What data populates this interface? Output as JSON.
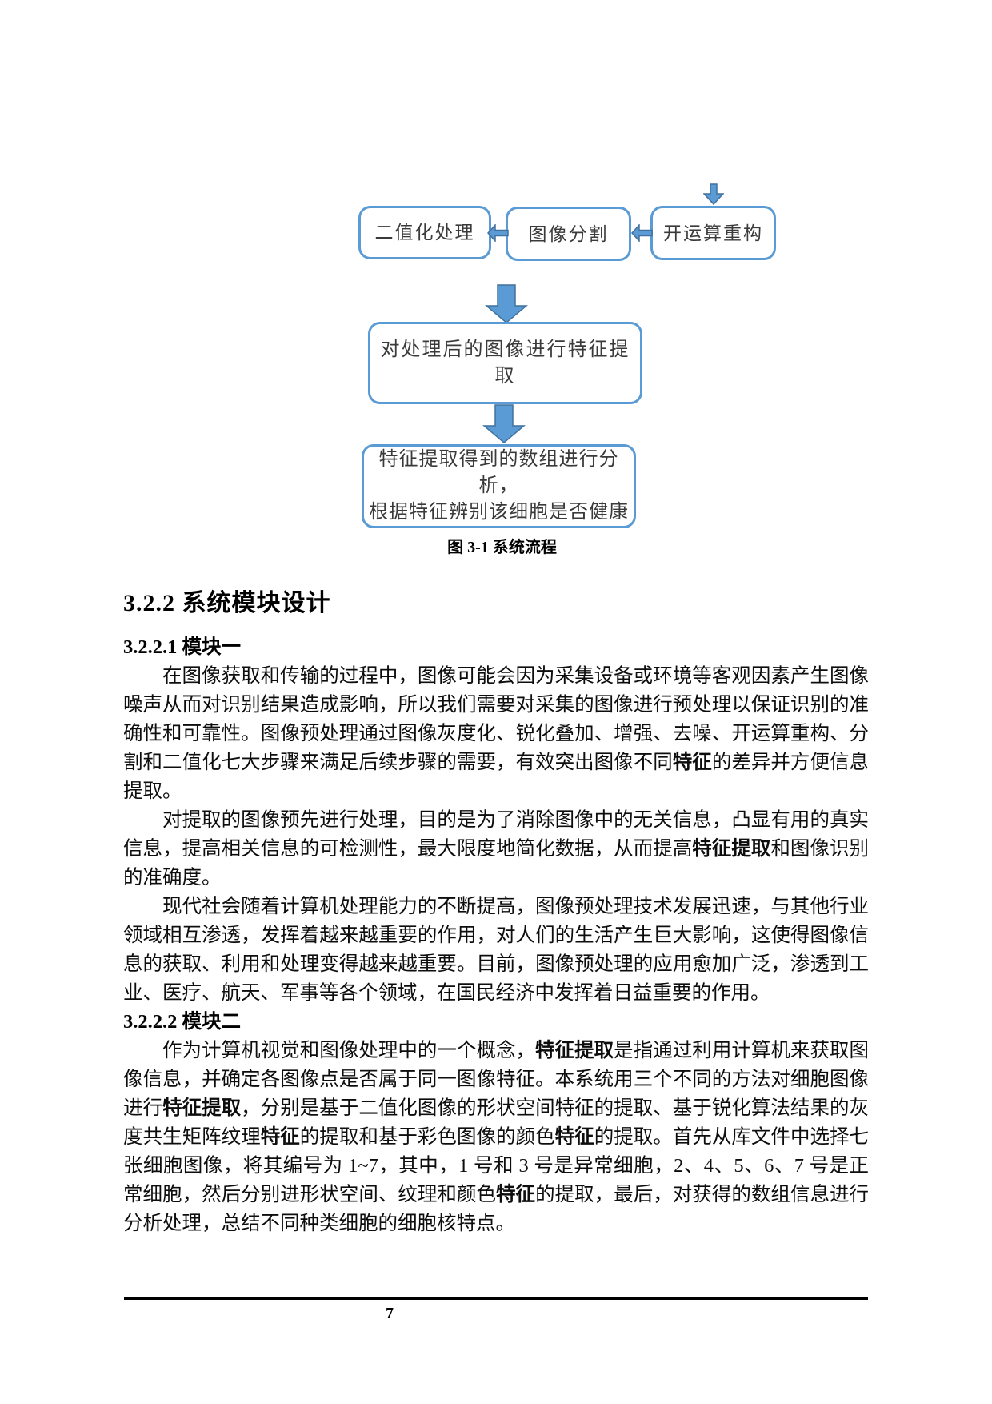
{
  "theme": {
    "box_border": "#5B9BD5",
    "arrow_fill": "#5B9BD5",
    "arrow_stroke": "#41719C",
    "footer_rule": "#000000"
  },
  "figure": {
    "caption": "图 3-1 系统流程",
    "nodes": {
      "binarization": "二值化处理",
      "segmentation": "图像分割",
      "opening_reconstruction": "开运算重构",
      "feature_extraction": "对处理后的图像进行特征提取",
      "analysis_line1": "特征提取得到的数组进行分析，",
      "analysis_line2": "根据特征辨别该细胞是否健康"
    }
  },
  "section": {
    "heading": "3.2.2 系统模块设计",
    "sub1": {
      "heading": "3.2.2.1 模块一",
      "paragraphs": [
        [
          {
            "t": "在图像获取和传输的过程中，图像可能会因为采集设备或环境等客观因素产生图像噪声从而对识别结果造成影响，所以我们需要对采集的图像进行预处理以保证识别的准确性和可靠性。图像预处理通过图像灰度化、锐化叠加、增强、去噪、开运算重构、分割和二值化七大步骤来满足后续步骤的需要，有效突出图像不同"
          },
          {
            "t": "特征",
            "b": true
          },
          {
            "t": "的差异并方便信息提取。"
          }
        ],
        [
          {
            "t": "对提取的图像预先进行处理，目的是为了消除图像中的无关信息，凸显有用的真实信息，提高相关信息的可检测性，最大限度地简化数据，从而提高"
          },
          {
            "t": "特征提取",
            "b": true
          },
          {
            "t": "和图像识别的准确度。"
          }
        ],
        [
          {
            "t": "现代社会随着计算机处理能力的不断提高，图像预处理技术发展迅速，与其他行业领域相互渗透，发挥着越来越重要的作用，对人们的生活产生巨大影响，这使得图像信息的获取、利用和处理变得越来越重要。目前，图像预处理的应用愈加广泛，渗透到工业、医疗、航天、军事等各个领域，在国民经济中发挥着日益重要的作用。"
          }
        ]
      ]
    },
    "sub2": {
      "heading": "3.2.2.2 模块二",
      "paragraphs": [
        [
          {
            "t": "作为计算机视觉和图像处理中的一个概念，"
          },
          {
            "t": "特征提取",
            "b": true
          },
          {
            "t": "是指通过利用计算机来获取图像信息，并确定各图像点是否属于同一图像特征。本系统用三个不同的方法对细胞图像进行"
          },
          {
            "t": "特征提取",
            "b": true
          },
          {
            "t": "，分别是基于二值化图像的形状空间特征的提取、基于锐化算法结果的灰度共生矩阵纹理"
          },
          {
            "t": "特征",
            "b": true
          },
          {
            "t": "的提取和基于彩色图像的颜色"
          },
          {
            "t": "特征",
            "b": true
          },
          {
            "t": "的提取。首先从库文件中选择七张细胞图像，将其编号为 1~7，其中，1 号和 3 号是异常细胞，2、4、5、6、7 号是正常细胞，然后分别进形状空间、纹理和颜色"
          },
          {
            "t": "特征",
            "b": true
          },
          {
            "t": "的提取，最后，对获得的数组信息进行分析处理，总结不同种类细胞的细胞核特点。"
          }
        ]
      ]
    }
  },
  "footer": {
    "page_number": "7"
  }
}
